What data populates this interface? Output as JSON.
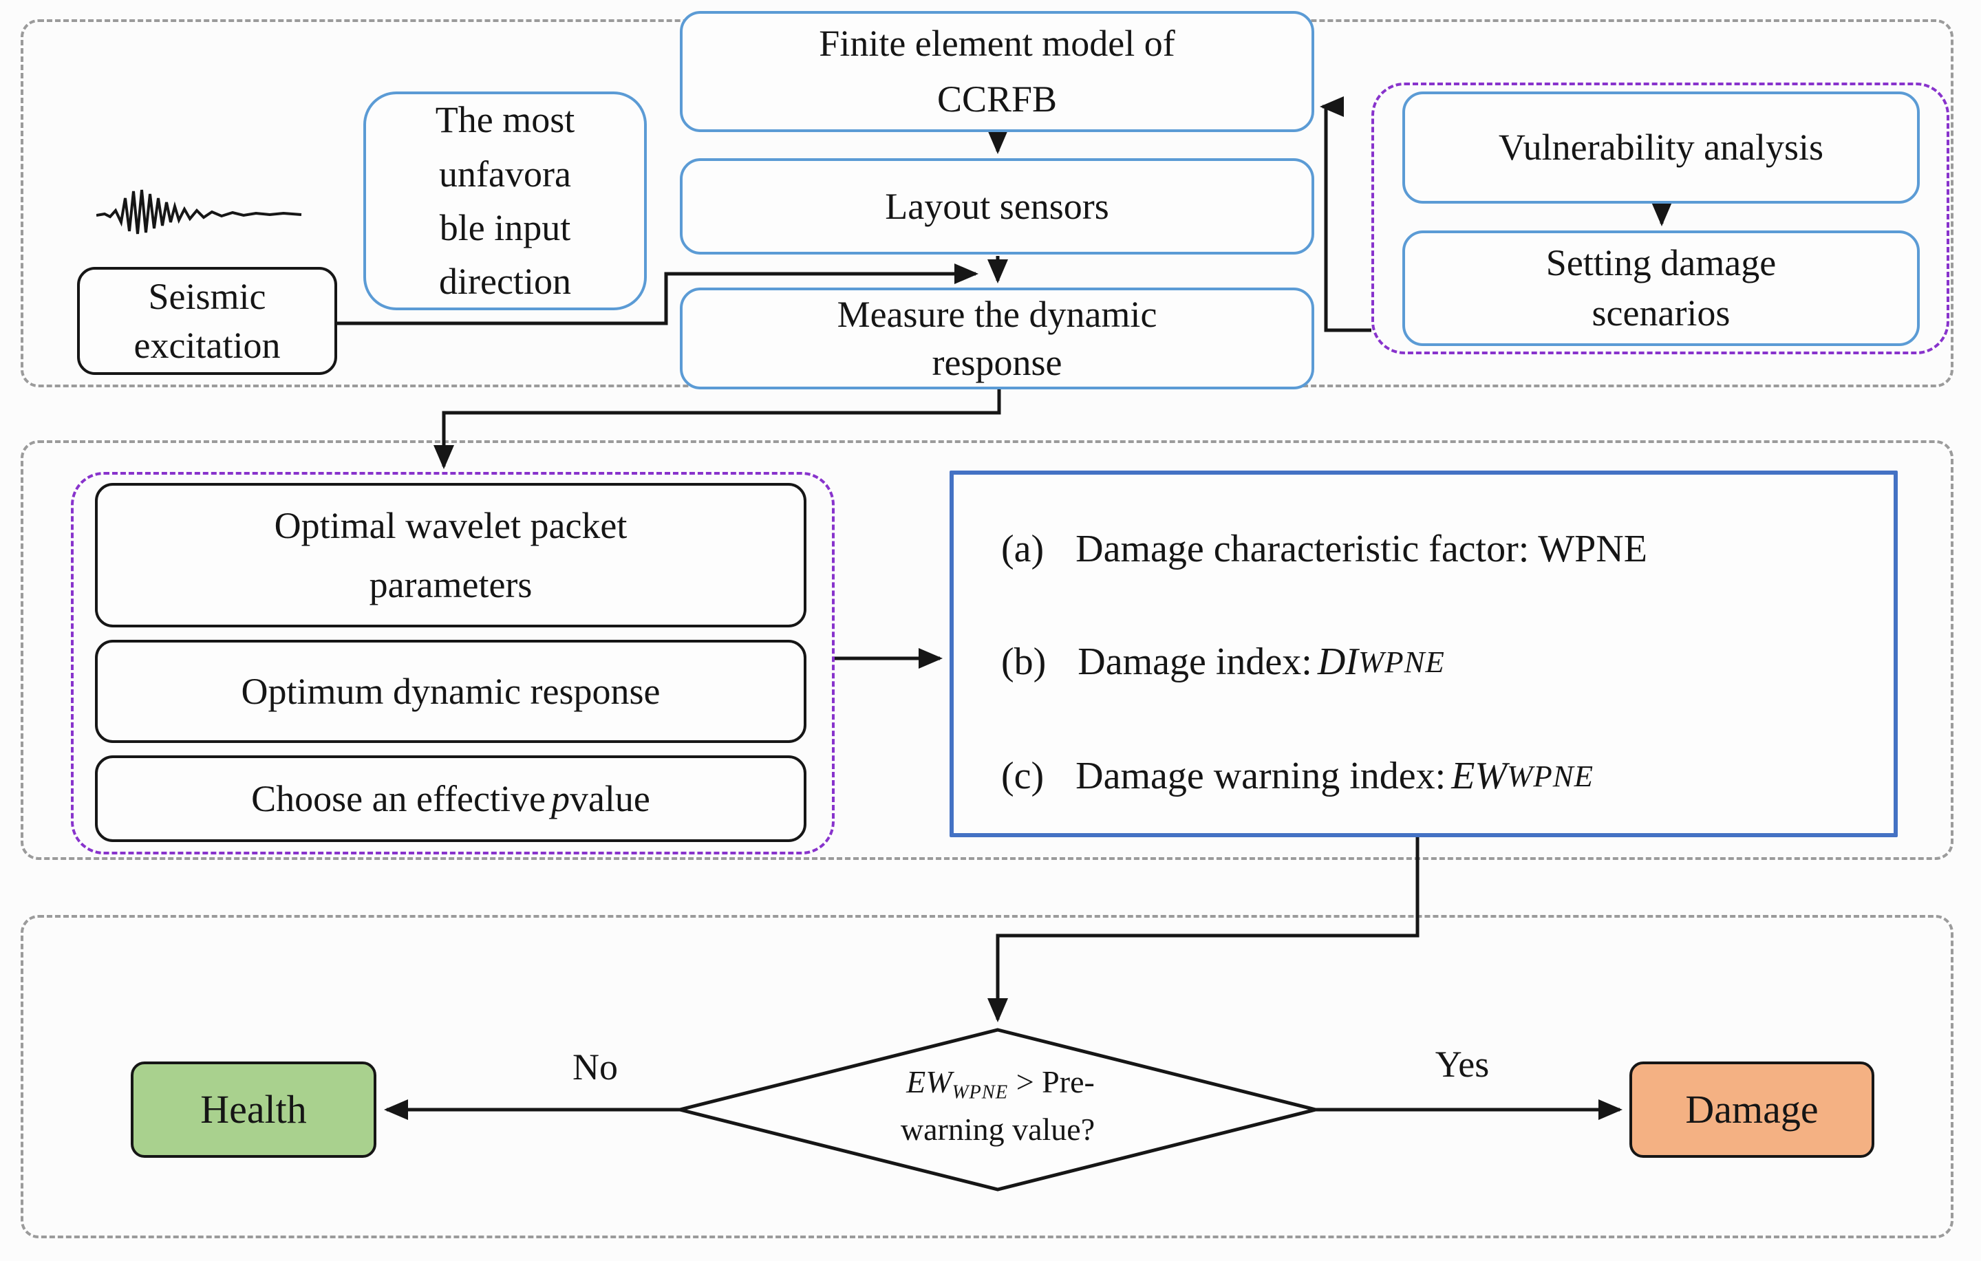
{
  "top": {
    "seismic": "Seismic\nexcitation",
    "input_direction": "The most\nunfavora\nble input\ndirection",
    "fem": "Finite element model of\nCCRFB",
    "layout_sensors": "Layout sensors",
    "measure": "Measure the dynamic\nresponse",
    "vulnerability": "Vulnerability analysis",
    "setting_scenarios": "Setting damage\nscenarios"
  },
  "middle": {
    "optimal_wavelet": "Optimal wavelet packet\nparameters",
    "optimum_response": "Optimum dynamic response",
    "p_value": {
      "pre": "Choose an effective",
      "math": "p",
      "post": " value"
    },
    "items": [
      {
        "tag": "(a)",
        "text": "Damage characteristic factor: WPNE"
      },
      {
        "tag": "(b)",
        "text": "Damage index: ",
        "base": "DI",
        "sub": "WPNE"
      },
      {
        "tag": "(c)",
        "text": "Damage warning index:",
        "base": "EW",
        "sub": "WPNE"
      }
    ]
  },
  "bottom": {
    "decision": {
      "base": "EW",
      "sub": "WPNE",
      "rest": " > Pre-",
      "line2": "warning value?"
    },
    "no_label": "No",
    "yes_label": "Yes",
    "health": "Health",
    "damage": "Damage"
  },
  "icons": {
    "seismic_icon": "seismic-waveform"
  },
  "colors": {
    "blue_box_border": "#5b9bd5",
    "indices_panel_border": "#4472c4",
    "purple_dashed": "#8833cc",
    "gray_dashed": "#9b9b9b",
    "health_green": "#a9d18e",
    "damage_orange": "#f4b183",
    "line_black": "#161616"
  }
}
